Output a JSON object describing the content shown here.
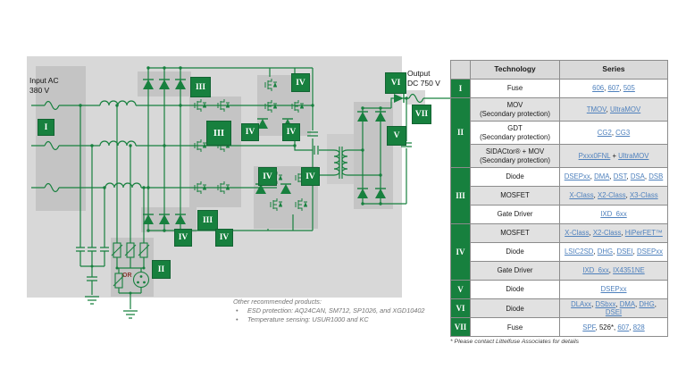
{
  "diagram": {
    "input_label_line1": "Input AC",
    "input_label_line2": "380 V",
    "output_label_line1": "Output",
    "output_label_line2": "DC 750 V",
    "or_label": "OR",
    "colors": {
      "circuit_green": "#17803E",
      "panel_gray": "#d8d8d8",
      "component_box_gray": "#c4c4c4"
    },
    "badges": [
      {
        "numeral": "I"
      },
      {
        "numeral": "II"
      },
      {
        "numeral": "III"
      },
      {
        "numeral": "III"
      },
      {
        "numeral": "III"
      },
      {
        "numeral": "IV"
      },
      {
        "numeral": "IV"
      },
      {
        "numeral": "IV"
      },
      {
        "numeral": "IV"
      },
      {
        "numeral": "IV"
      },
      {
        "numeral": "IV"
      },
      {
        "numeral": "IV"
      },
      {
        "numeral": "V"
      },
      {
        "numeral": "VI"
      },
      {
        "numeral": "VII"
      }
    ]
  },
  "notes": {
    "title": "Other recommended products:",
    "items": [
      "ESD protection: AQ24CAN, SM712, SP1026, and XGD10402",
      "Temperature sensing: USUR1000 and KC"
    ]
  },
  "table": {
    "headers": {
      "technology": "Technology",
      "series": "Series"
    },
    "link_color": "#4F81BD",
    "groups": [
      {
        "numeral": "I",
        "rows": [
          {
            "tech": [
              "Fuse"
            ],
            "series": [
              {
                "t": "606",
                "l": 1
              },
              {
                "t": ", "
              },
              {
                "t": "607",
                "l": 1
              },
              {
                "t": ", "
              },
              {
                "t": "505",
                "l": 1
              }
            ]
          }
        ]
      },
      {
        "numeral": "II",
        "rows": [
          {
            "tech": [
              "MOV",
              "(Secondary protection)"
            ],
            "series": [
              {
                "t": "TMOV",
                "l": 1
              },
              {
                "t": ", "
              },
              {
                "t": "UltraMOV",
                "l": 1
              }
            ]
          },
          {
            "tech": [
              "GDT",
              "(Secondary protection)"
            ],
            "series": [
              {
                "t": "CG2",
                "l": 1
              },
              {
                "t": ", "
              },
              {
                "t": "CG3",
                "l": 1
              }
            ]
          },
          {
            "tech": [
              "SIDACtor® + MOV",
              "(Secondary protection)"
            ],
            "series": [
              {
                "t": "Pxxx0FNL",
                "l": 1
              },
              {
                "t": " + "
              },
              {
                "t": "UltraMOV",
                "l": 1
              }
            ]
          }
        ]
      },
      {
        "numeral": "III",
        "rows": [
          {
            "tech": [
              "Diode"
            ],
            "series": [
              {
                "t": "DSEPxx",
                "l": 1
              },
              {
                "t": ", "
              },
              {
                "t": "DMA",
                "l": 1
              },
              {
                "t": ", "
              },
              {
                "t": "DST",
                "l": 1
              },
              {
                "t": ", "
              },
              {
                "t": "DSA",
                "l": 1
              },
              {
                "t": ", "
              },
              {
                "t": "DSB",
                "l": 1
              }
            ]
          },
          {
            "tech": [
              "MOSFET"
            ],
            "series": [
              {
                "t": "X-Class",
                "l": 1
              },
              {
                "t": ", "
              },
              {
                "t": "X2-Class",
                "l": 1
              },
              {
                "t": ", "
              },
              {
                "t": "X3-Class",
                "l": 1
              }
            ]
          },
          {
            "tech": [
              "Gate Driver"
            ],
            "series": [
              {
                "t": "IXD_6xx",
                "l": 1
              }
            ]
          }
        ]
      },
      {
        "numeral": "IV",
        "rows": [
          {
            "tech": [
              "MOSFET"
            ],
            "series": [
              {
                "t": "X-Class",
                "l": 1
              },
              {
                "t": ", "
              },
              {
                "t": "X2-Class",
                "l": 1
              },
              {
                "t": ", "
              },
              {
                "t": "HiPerFET™",
                "l": 1
              }
            ]
          },
          {
            "tech": [
              "Diode"
            ],
            "series": [
              {
                "t": "LSIC2SD",
                "l": 1
              },
              {
                "t": ", "
              },
              {
                "t": "DHG",
                "l": 1
              },
              {
                "t": ", "
              },
              {
                "t": "DSEI",
                "l": 1
              },
              {
                "t": ", "
              },
              {
                "t": "DSEPxx",
                "l": 1
              }
            ]
          },
          {
            "tech": [
              "Gate Driver"
            ],
            "series": [
              {
                "t": "IXD_6xx",
                "l": 1
              },
              {
                "t": ", "
              },
              {
                "t": "IX4351NE",
                "l": 1
              }
            ]
          }
        ]
      },
      {
        "numeral": "V",
        "rows": [
          {
            "tech": [
              "Diode"
            ],
            "series": [
              {
                "t": "DSEPxx",
                "l": 1
              }
            ]
          }
        ]
      },
      {
        "numeral": "VI",
        "rows": [
          {
            "tech": [
              "Diode"
            ],
            "series": [
              {
                "t": "DLAxx",
                "l": 1
              },
              {
                "t": ", "
              },
              {
                "t": "DSbxx",
                "l": 1
              },
              {
                "t": ", "
              },
              {
                "t": "DMA",
                "l": 1
              },
              {
                "t": ", "
              },
              {
                "t": "DHG",
                "l": 1
              },
              {
                "t": ", "
              },
              {
                "t": "DSEI",
                "l": 1
              }
            ]
          }
        ]
      },
      {
        "numeral": "VII",
        "rows": [
          {
            "tech": [
              "Fuse"
            ],
            "series": [
              {
                "t": "SPF",
                "l": 1
              },
              {
                "t": ", "
              },
              {
                "t": "526*"
              },
              {
                "t": ", "
              },
              {
                "t": "607",
                "l": 1
              },
              {
                "t": ", "
              },
              {
                "t": "828",
                "l": 1
              }
            ]
          }
        ]
      }
    ],
    "footnote": "* Please contact Littelfuse Associates for details"
  }
}
